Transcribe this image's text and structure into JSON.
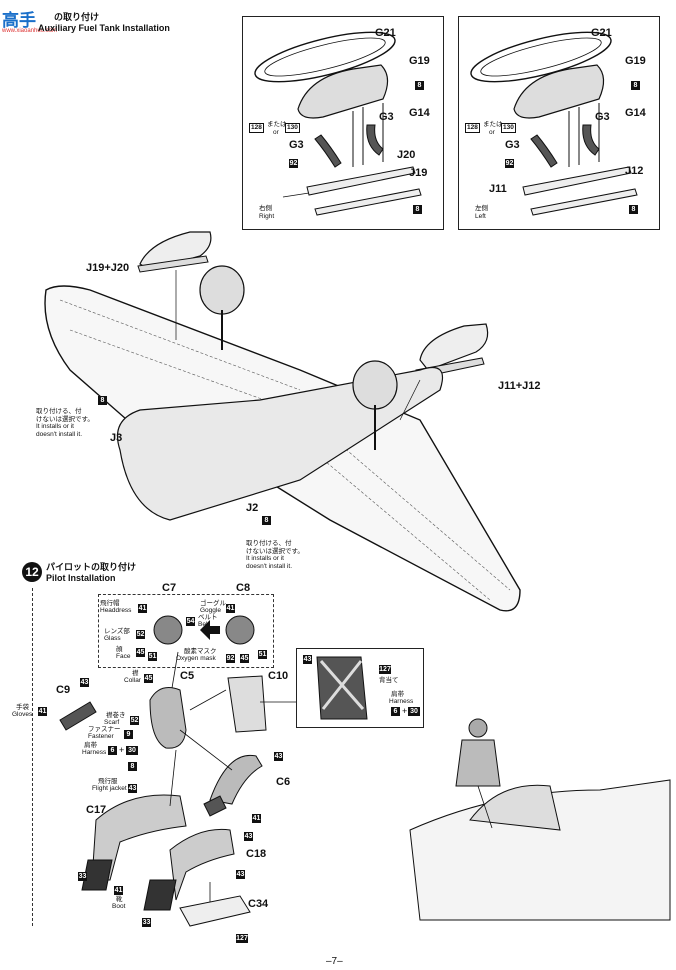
{
  "watermark": {
    "cn": "高手",
    "url": "www.xiaoanhuo.com"
  },
  "step11": {
    "title_jp": "の取り付け",
    "title_en": "Auxiliary Fuel Tank Installation"
  },
  "right_panel": {
    "labels": {
      "g21": "G21",
      "g19": "G19",
      "g14": "G14",
      "g3a": "G3",
      "g3b": "G3",
      "j20": "J20",
      "j19": "J19"
    },
    "side_jp": "右側",
    "side_en": "Right",
    "nums": {
      "n128": "128",
      "n130": "130",
      "n8a": "8",
      "n92": "92",
      "n8b": "8"
    },
    "small_jp": "または",
    "small_en": "or"
  },
  "left_panel": {
    "labels": {
      "g21": "G21",
      "g19": "G19",
      "g14": "G14",
      "g3a": "G3",
      "g3b": "G3",
      "j11": "J11",
      "j12": "J12"
    },
    "side_jp": "左側",
    "side_en": "Left",
    "nums": {
      "n128": "128",
      "n130": "130",
      "n8a": "8",
      "n92": "92",
      "n8b": "8"
    },
    "small_jp": "または",
    "small_en": "or"
  },
  "wing": {
    "j19j20": "J19+J20",
    "j11j12": "J11+J12",
    "j3": "J3",
    "j2": "J2",
    "n8a": "8",
    "n8b": "8",
    "note1_jp": [
      "取り付ける、付",
      "けないは選択です。"
    ],
    "note1_en": [
      "It installs or it",
      "doesn't install it."
    ],
    "note2_jp": [
      "取り付ける、付",
      "けないは選択です。"
    ],
    "note2_en": [
      "It installs or it",
      "doesn't install it."
    ]
  },
  "step12": {
    "number": "12",
    "title_jp": "パイロットの取り付け",
    "title_en": "Pilot Installation",
    "c7": "C7",
    "c8": "C8",
    "c5": "C5",
    "c9": "C9",
    "c10": "C10",
    "c6": "C6",
    "c17": "C17",
    "c18": "C18",
    "c34": "C34",
    "headdress_jp": "飛行帽",
    "headdress_en": "Headdress",
    "goggle_jp": "ゴーグル",
    "goggle_en": "Goggle",
    "belt_jp": "ベルト",
    "belt_en": "Belt",
    "glass_jp": "レンズ部",
    "glass_en": "Glass",
    "face_jp": "顔",
    "face_en": "Face",
    "oxygen_jp": "酸素マスク",
    "oxygen_en": "Oxygen mask",
    "collar_jp": "襟",
    "collar_en": "Collar",
    "gloves_jp": "手袋",
    "gloves_en": "Gloves",
    "scarf_jp": "襟巻き",
    "scarf_en": "Scarf",
    "fastener_jp": "ファスナー",
    "fastener_en": "Fastener",
    "harness_jp": "肩帯",
    "harness_en": "Harness",
    "jacket_jp": "飛行服",
    "jacket_en": "Flight jacket",
    "boot_jp": "靴",
    "boot_en": "Boot",
    "back_jp": "背当て",
    "harness2_jp": "肩帯",
    "harness2_en": "Harness",
    "nums": {
      "n41a": "41",
      "n41b": "41",
      "n54": "54",
      "n52": "52",
      "n45a": "45",
      "n51a": "51",
      "n92": "92",
      "n45b": "45",
      "n51b": "51",
      "n45c": "45",
      "n43a": "43",
      "n41c": "41",
      "n52b": "52",
      "n9": "9",
      "n6a": "6",
      "n30a": "30",
      "n8": "8",
      "n43b": "43",
      "n43c": "43",
      "n41d": "41",
      "n43d": "43",
      "n33a": "33",
      "n41e": "41",
      "n43e": "43",
      "n33b": "33",
      "n127a": "127",
      "n43f": "43",
      "n127b": "127",
      "n6b": "6",
      "n30b": "30"
    }
  },
  "page_number": "–7–"
}
